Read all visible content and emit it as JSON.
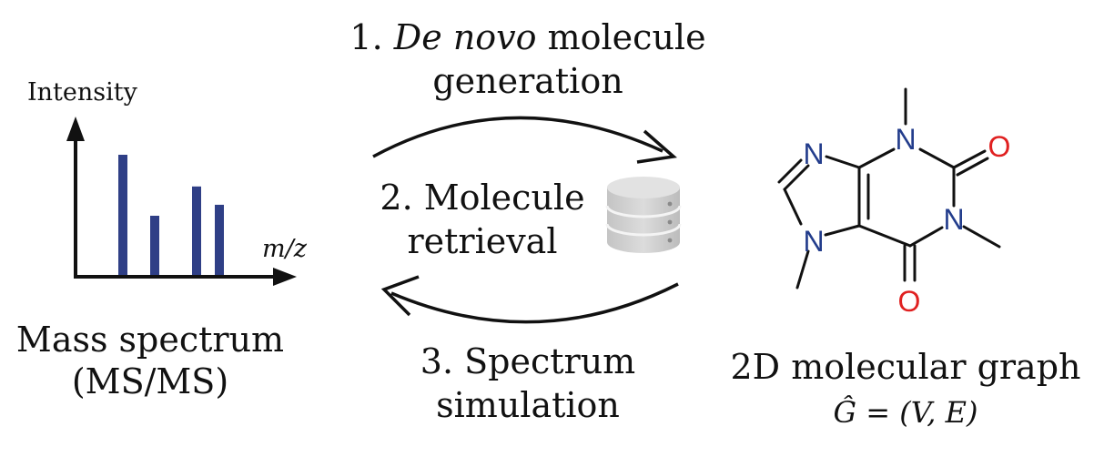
{
  "spectrum": {
    "y_axis_label": "Intensity",
    "x_axis_label": "m/z",
    "caption_line1": "Mass spectrum",
    "caption_line2": "(MS/MS)",
    "bar_color": "#2f3f86",
    "relative_intensities": [
      1.0,
      0.5,
      0.74,
      0.59
    ]
  },
  "processes": {
    "step1_prefix": "1.",
    "step1_italic": "De novo",
    "step1_suffix": "molecule",
    "step1_line2": "generation",
    "step2_line1": "2. Molecule",
    "step2_line2": "retrieval",
    "step3_line1": "3. Spectrum",
    "step3_line2": "simulation",
    "database_icon": "database-icon"
  },
  "molecule": {
    "atoms": [
      "N",
      "N",
      "N",
      "N",
      "O",
      "O"
    ],
    "n_color": "#233d8c",
    "o_color": "#e02020",
    "caption": "2D molecular graph",
    "formula_lhs": "Ĝ",
    "formula_eq": "=",
    "formula_rhs": "(V, E)"
  }
}
